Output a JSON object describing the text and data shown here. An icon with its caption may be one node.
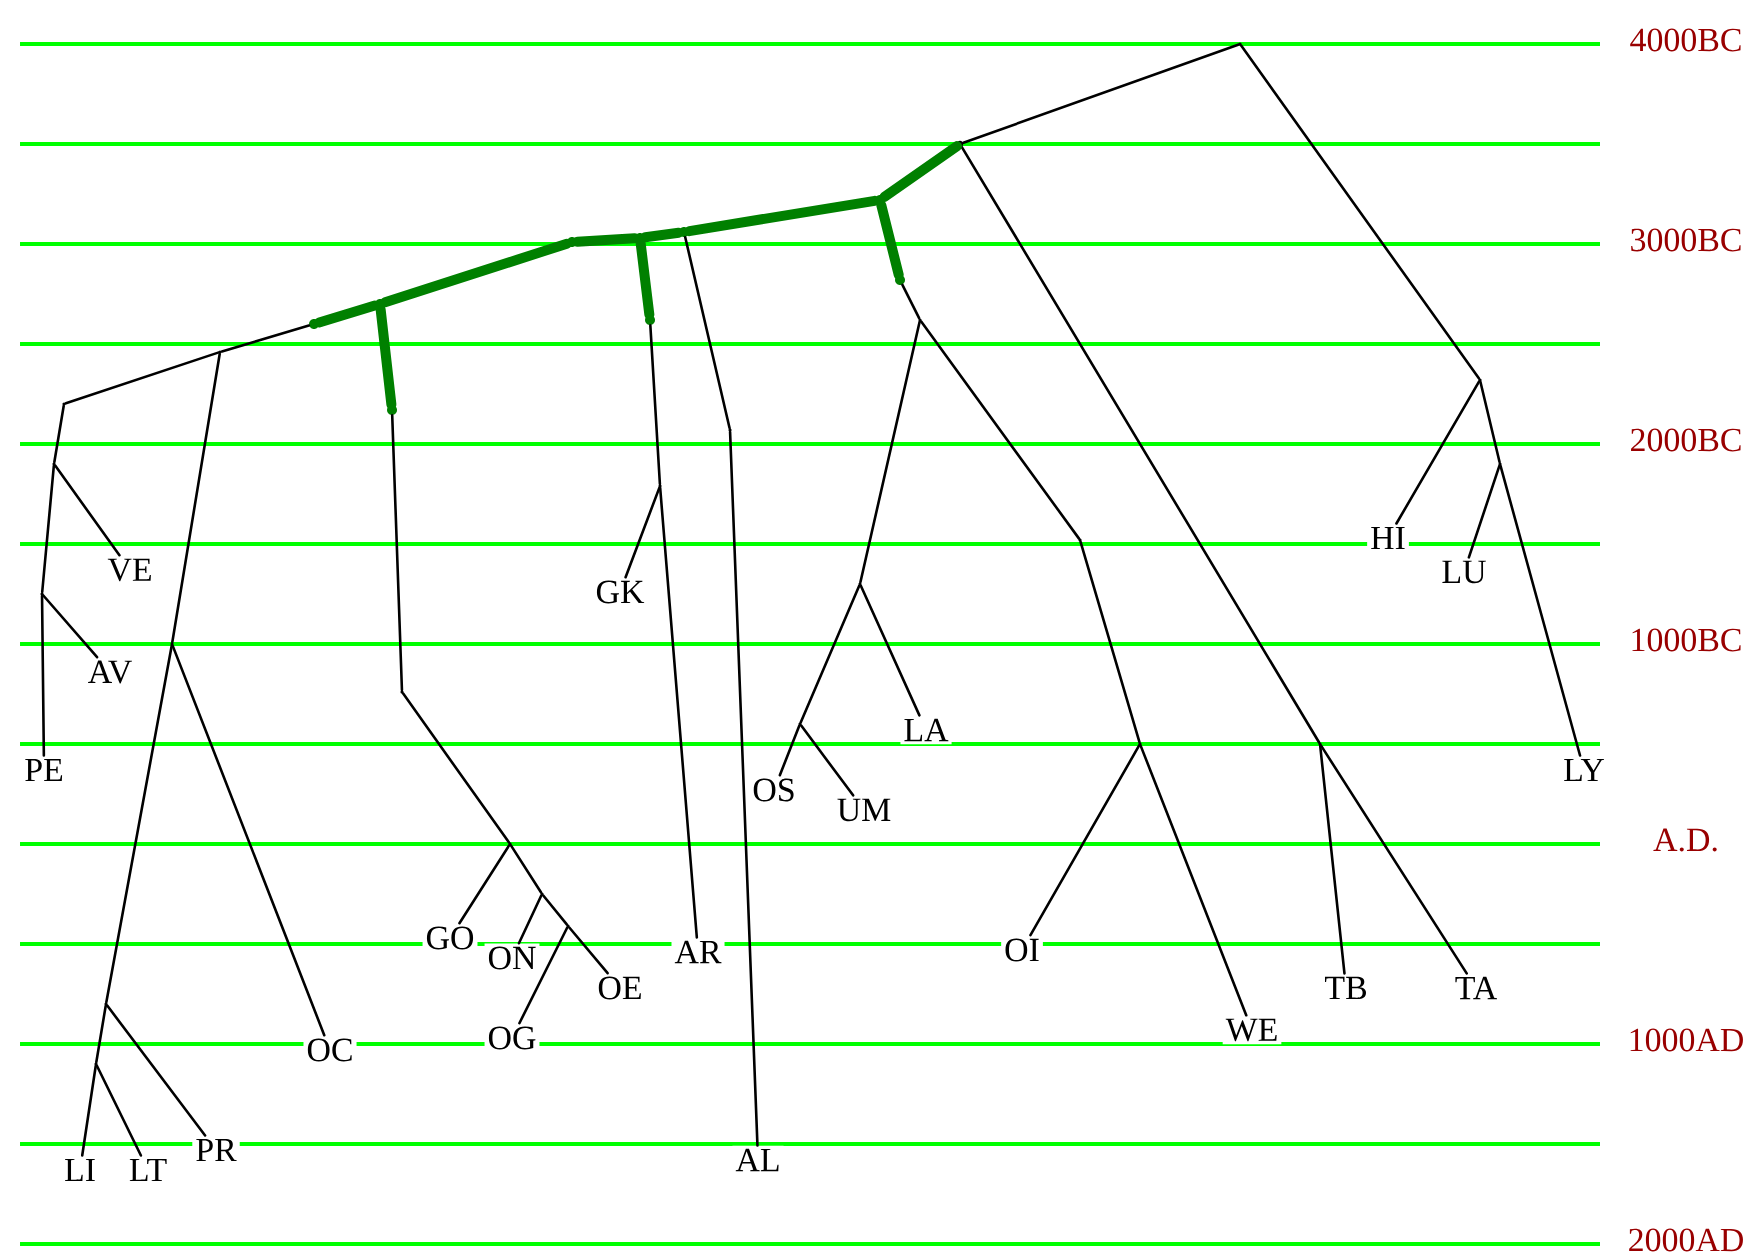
{
  "diagram": {
    "nodes": [
      {
        "text": [],
        "shape": "point"
      },
      {
        "text": [],
        "shape": "point"
      },
      {
        "text": [],
        "shape": "point"
      },
      {
        "text": [],
        "shape": "point"
      },
      {
        "text": [
          "HI"
        ]
      },
      {
        "text": [
          "LU"
        ]
      },
      {
        "text": [
          "LY"
        ]
      },
      {
        "text": [],
        "shape": "point"
      },
      {
        "text": [
          "TB"
        ]
      },
      {
        "text": [
          "TA"
        ]
      },
      {
        "text": [],
        "shape": "point"
      },
      {
        "text": [],
        "shape": "point"
      },
      {
        "text": [],
        "shape": "point"
      },
      {
        "text": [],
        "shape": "point"
      },
      {
        "text": [
          "LA"
        ]
      },
      {
        "text": [],
        "shape": "point"
      },
      {
        "text": [
          "OS"
        ]
      },
      {
        "text": [
          "UM"
        ]
      },
      {
        "text": [],
        "shape": "point"
      },
      {
        "text": [],
        "shape": "point"
      },
      {
        "text": [
          "OI"
        ]
      },
      {
        "text": [
          "WE"
        ]
      },
      {
        "text": [],
        "shape": "point"
      },
      {
        "text": [],
        "shape": "point"
      },
      {
        "text": [
          "AL"
        ]
      },
      {
        "text": [],
        "shape": "point"
      },
      {
        "text": [],
        "shape": "point"
      },
      {
        "text": [],
        "shape": "point"
      },
      {
        "text": [
          "GK"
        ]
      },
      {
        "text": [
          "AR"
        ]
      },
      {
        "text": [],
        "shape": "point"
      },
      {
        "text": [],
        "shape": "point"
      },
      {
        "text": [],
        "shape": "point"
      },
      {
        "text": [],
        "shape": "point"
      },
      {
        "text": [],
        "shape": "point"
      },
      {
        "text": [
          "GO"
        ]
      },
      {
        "text": [],
        "shape": "point"
      },
      {
        "text": [
          "ON"
        ]
      },
      {
        "text": [],
        "shape": "point"
      },
      {
        "text": [
          "OG"
        ]
      },
      {
        "text": [
          "OE"
        ]
      },
      {
        "text": [],
        "shape": "point"
      },
      {
        "text": [],
        "shape": "point"
      },
      {
        "text": [],
        "shape": "point"
      },
      {
        "text": [],
        "shape": "point"
      },
      {
        "text": [
          "VE"
        ]
      },
      {
        "text": [],
        "shape": "point"
      },
      {
        "text": [
          "AV"
        ]
      },
      {
        "text": [
          "PE"
        ]
      },
      {
        "text": [],
        "shape": "point"
      },
      {
        "text": [
          "OC"
        ]
      },
      {
        "text": [],
        "shape": "point"
      },
      {
        "text": [
          "PR"
        ]
      },
      {
        "text": [],
        "shape": "point"
      },
      {
        "text": [
          "LT"
        ]
      },
      {
        "text": [
          "LI"
        ]
      }
    ],
    "edges": [
      {
        "from": 0,
        "to": 1,
        "arrow": "none"
      },
      {
        "from": 0,
        "to": 2,
        "arrow": "none"
      },
      {
        "from": 2,
        "to": 3,
        "arrow": "none"
      },
      {
        "from": 2,
        "to": 4,
        "arrow": "none"
      },
      {
        "from": 3,
        "to": 5,
        "arrow": "none"
      },
      {
        "from": 3,
        "to": 6,
        "arrow": "none"
      },
      {
        "from": 1,
        "to": 7,
        "arrow": "none"
      },
      {
        "from": 7,
        "to": 8,
        "arrow": "none"
      },
      {
        "from": 7,
        "to": 9,
        "arrow": "none"
      },
      {
        "from": 1,
        "to": 10,
        "arrow": "none",
        "style": "thick",
        "color": "#008000"
      },
      {
        "from": 10,
        "to": 11,
        "arrow": "none",
        "style": "thick",
        "color": "#008000"
      },
      {
        "from": 11,
        "to": 12,
        "arrow": "none"
      },
      {
        "from": 12,
        "to": 13,
        "arrow": "none"
      },
      {
        "from": 13,
        "to": 14,
        "arrow": "none"
      },
      {
        "from": 13,
        "to": 15,
        "arrow": "none"
      },
      {
        "from": 15,
        "to": 16,
        "arrow": "none"
      },
      {
        "from": 15,
        "to": 17,
        "arrow": "none"
      },
      {
        "from": 12,
        "to": 18,
        "arrow": "none"
      },
      {
        "from": 18,
        "to": 19,
        "arrow": "none"
      },
      {
        "from": 19,
        "to": 20,
        "arrow": "none"
      },
      {
        "from": 19,
        "to": 21,
        "arrow": "none"
      },
      {
        "from": 10,
        "to": 22,
        "arrow": "none",
        "style": "thick",
        "color": "#008000"
      },
      {
        "from": 22,
        "to": 23,
        "arrow": "none"
      },
      {
        "from": 23,
        "to": 24,
        "arrow": "none"
      },
      {
        "from": 22,
        "to": 25,
        "arrow": "none",
        "style": "thick",
        "color": "#008000"
      },
      {
        "from": 25,
        "to": 26,
        "arrow": "none",
        "style": "thick",
        "color": "#008000"
      },
      {
        "from": 26,
        "to": 27,
        "arrow": "none"
      },
      {
        "from": 27,
        "to": 28,
        "arrow": "none"
      },
      {
        "from": 27,
        "to": 29,
        "arrow": "none"
      },
      {
        "from": 25,
        "to": 30,
        "arrow": "none",
        "style": "thick",
        "color": "#008000"
      },
      {
        "from": 30,
        "to": 31,
        "arrow": "none",
        "style": "thick",
        "color": "#008000"
      },
      {
        "from": 31,
        "to": 32,
        "arrow": "none",
        "style": "thick",
        "color": "#008000"
      },
      {
        "from": 32,
        "to": 33,
        "arrow": "none"
      },
      {
        "from": 33,
        "to": 34,
        "arrow": "none"
      },
      {
        "from": 34,
        "to": 35,
        "arrow": "none"
      },
      {
        "from": 34,
        "to": 36,
        "arrow": "none"
      },
      {
        "from": 36,
        "to": 37,
        "arrow": "none"
      },
      {
        "from": 36,
        "to": 38,
        "arrow": "none"
      },
      {
        "from": 38,
        "to": 39,
        "arrow": "none"
      },
      {
        "from": 38,
        "to": 40,
        "arrow": "none"
      },
      {
        "from": 31,
        "to": 41,
        "arrow": "none",
        "style": "thick",
        "color": "#008000"
      },
      {
        "from": 41,
        "to": 42,
        "arrow": "none"
      },
      {
        "from": 42,
        "to": 43,
        "arrow": "none"
      },
      {
        "from": 43,
        "to": 44,
        "arrow": "none"
      },
      {
        "from": 44,
        "to": 45,
        "arrow": "none"
      },
      {
        "from": 44,
        "to": 46,
        "arrow": "none"
      },
      {
        "from": 46,
        "to": 47,
        "arrow": "none"
      },
      {
        "from": 46,
        "to": 48,
        "arrow": "none"
      },
      {
        "from": 42,
        "to": 49,
        "arrow": "none"
      },
      {
        "from": 49,
        "to": 50,
        "arrow": "none"
      },
      {
        "from": 49,
        "to": 51,
        "arrow": "none"
      },
      {
        "from": 51,
        "to": 52,
        "arrow": "none"
      },
      {
        "from": 51,
        "to": 53,
        "arrow": "none"
      },
      {
        "from": 53,
        "to": 54,
        "arrow": "none"
      },
      {
        "from": 53,
        "to": 55,
        "arrow": "none"
      }
    ],
    "labels": [
      "4000BC",
      "3000BC",
      "2000BC",
      "1000BC",
      "A.D.",
      "1000AD",
      "2000AD"
    ]
  }
}
